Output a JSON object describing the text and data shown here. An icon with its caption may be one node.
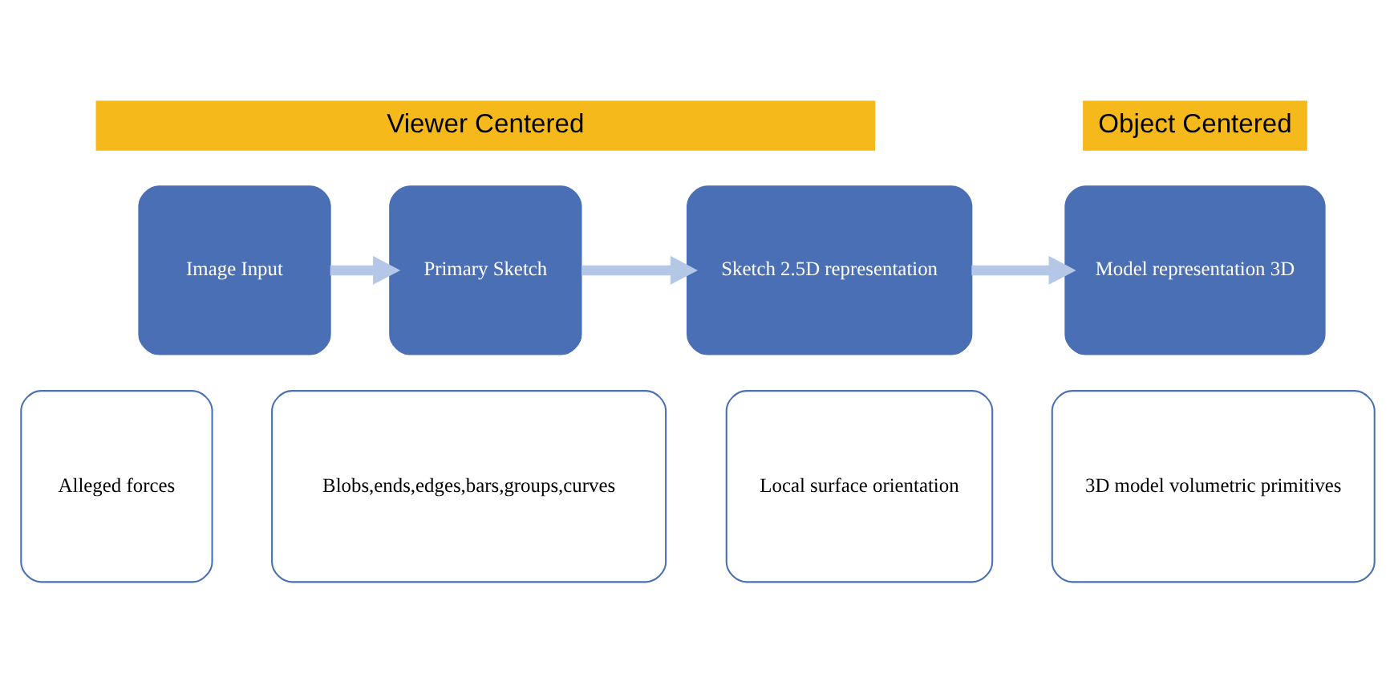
{
  "diagram": {
    "nodes": [
      {
        "text": [
          "Viewer Centered"
        ]
      },
      {
        "text": [
          "Object Centered"
        ]
      },
      {
        "text": [
          "Image Input"
        ]
      },
      {
        "text": [
          "Alleged forces"
        ]
      },
      {
        "text": [
          "Primary Sketch"
        ]
      },
      {
        "text": [
          "Blobs,ends,edges,bars,groups,curves"
        ]
      },
      {
        "text": [
          "Sketch 2.5D representation"
        ]
      },
      {
        "text": [
          "Local surface orientation"
        ]
      },
      {
        "text": [
          "Model representation 3D"
        ]
      },
      {
        "text": [
          "3D model volumetric primitives"
        ]
      }
    ],
    "edges": [
      {
        "from": 2,
        "to": 4,
        "arrow": "to"
      },
      {
        "from": 4,
        "to": 6,
        "arrow": "to"
      },
      {
        "from": 6,
        "to": 8,
        "arrow": "to"
      }
    ]
  }
}
